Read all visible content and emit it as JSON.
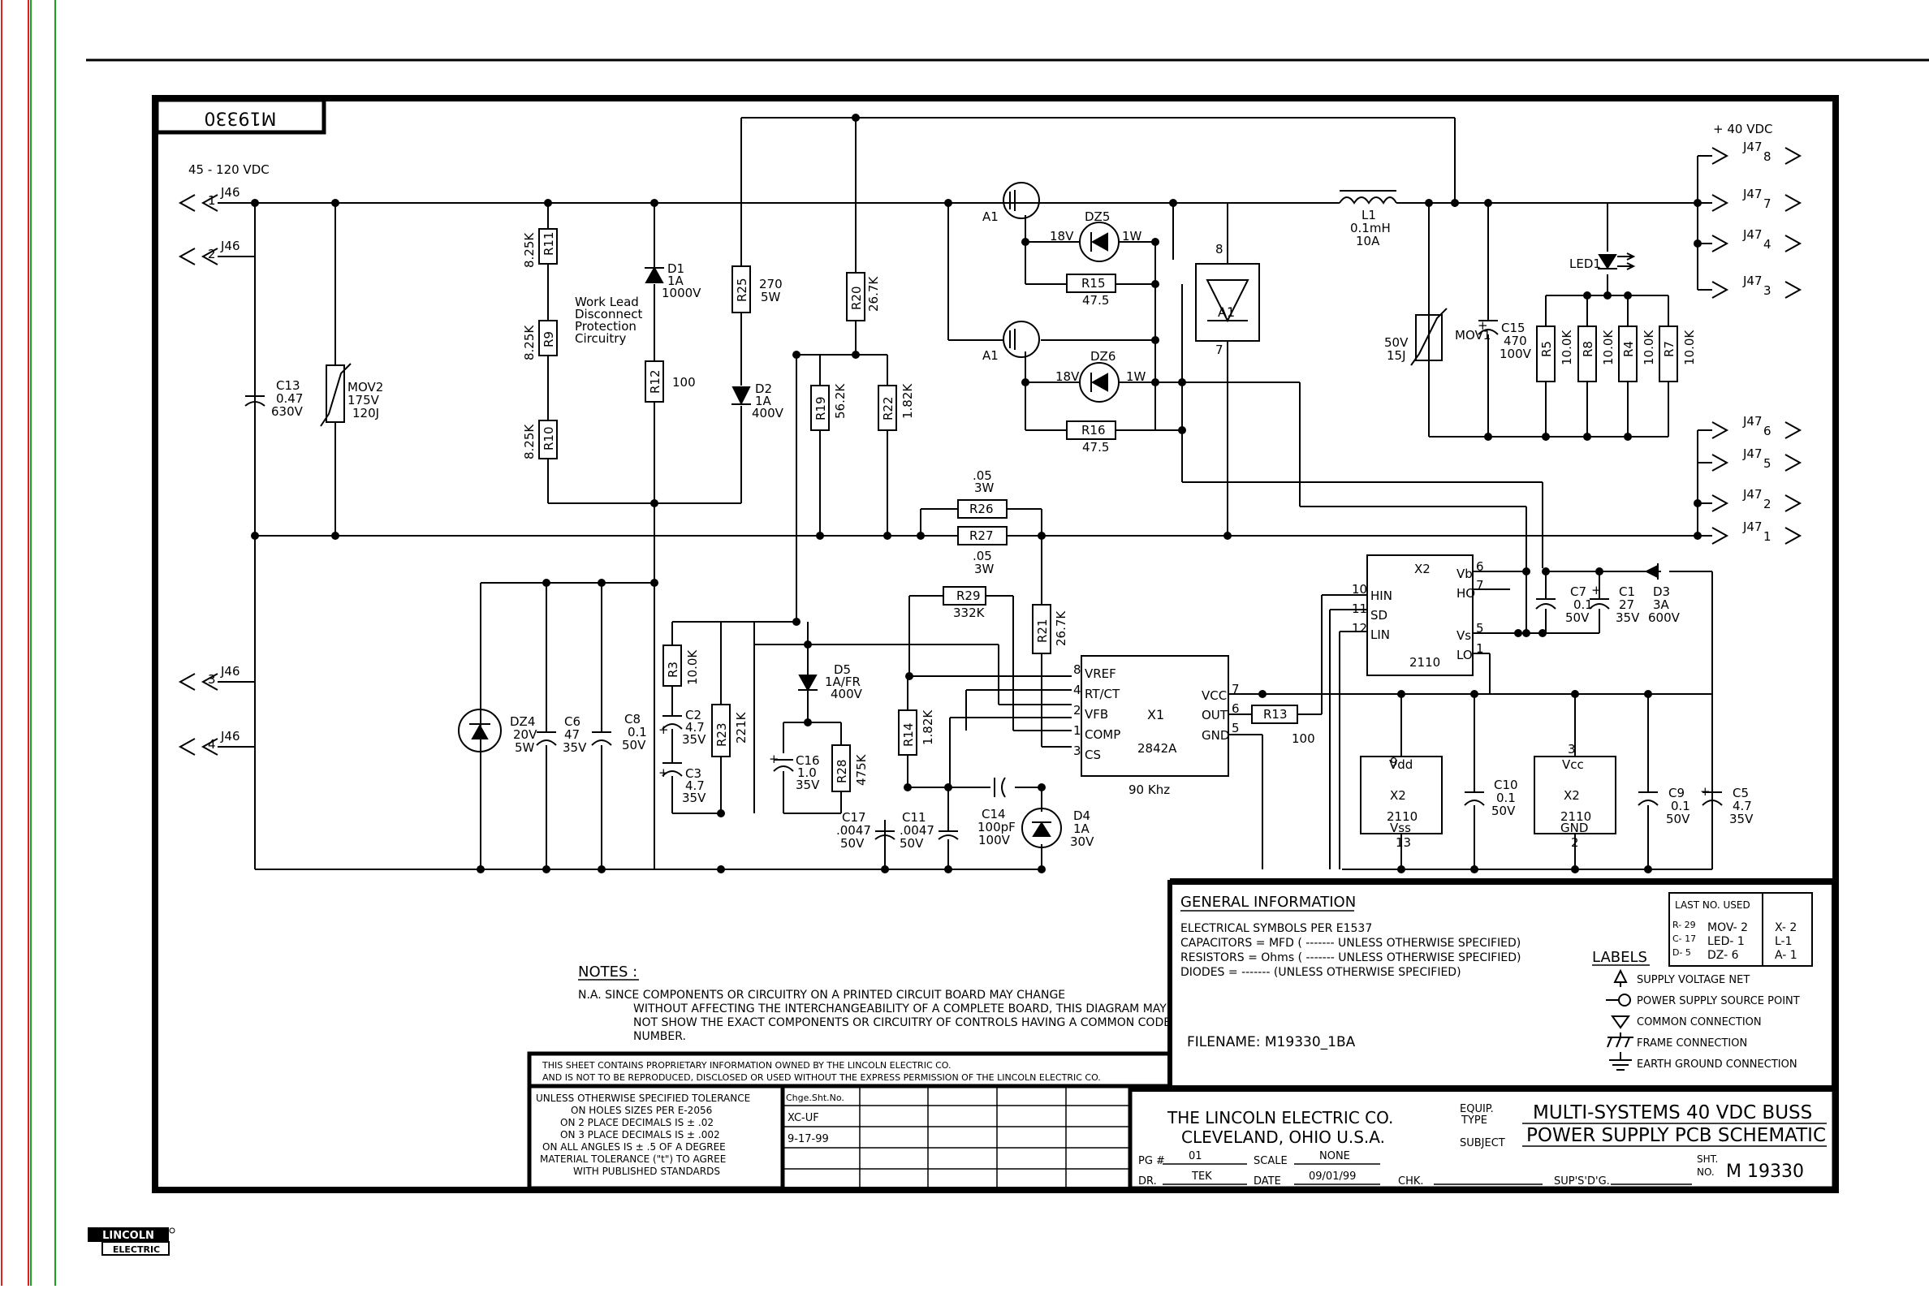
{
  "drawing_number_mirrored": "M19330",
  "input": {
    "voltage": "45 - 120 VDC",
    "pins": [
      "1",
      "2",
      "3",
      "4"
    ],
    "connector": "J46"
  },
  "output": {
    "voltage": "+ 40 VDC",
    "connector": "J47",
    "upper_pins": [
      "8",
      "7",
      "4",
      "3"
    ],
    "lower_pins": [
      "6",
      "5",
      "2",
      "1"
    ]
  },
  "components": {
    "c13": [
      "C13",
      "0.47",
      "630V"
    ],
    "mov2": [
      "MOV2",
      "175V",
      "120J"
    ],
    "r11": [
      "R11",
      "8.25K"
    ],
    "r9": [
      "R9",
      "8.25K"
    ],
    "r10": [
      "R10",
      "8.25K"
    ],
    "d1": [
      "D1",
      "1A",
      "1000V"
    ],
    "r12": [
      "R12",
      "100"
    ],
    "r25": [
      "R25",
      "270",
      "5W"
    ],
    "d2": [
      "D2",
      "1A",
      "400V"
    ],
    "r20": [
      "R20",
      "26.7K"
    ],
    "r19": [
      "R19",
      "56.2K"
    ],
    "r22": [
      "R22",
      "1.82K"
    ],
    "a1_q1": "A1",
    "a1_q2": "A1",
    "dz5": [
      "DZ5",
      "18V",
      "1W"
    ],
    "dz6": [
      "DZ6",
      "18V",
      "1W"
    ],
    "r15": [
      "R15",
      "47.5"
    ],
    "r16": [
      "R16",
      "47.5"
    ],
    "a1_block": [
      "A1",
      "8",
      "7"
    ],
    "l1": [
      "L1",
      "0.1mH",
      "10A"
    ],
    "mov1": [
      "MOV1",
      "50V",
      "15J"
    ],
    "c15": [
      "C15",
      "470",
      "100V",
      "+"
    ],
    "led1": "LED1",
    "r5": [
      "R5",
      "10.0K"
    ],
    "r8": [
      "R8",
      "10.0K"
    ],
    "r4": [
      "R4",
      "10.0K"
    ],
    "r7": [
      "R7",
      "10.0K"
    ],
    "r26": [
      "R26",
      ".05",
      "3W"
    ],
    "r27": [
      "R27",
      ".05",
      "3W"
    ],
    "r29": [
      "R29",
      "332K"
    ],
    "r21": [
      "R21",
      "26.7K"
    ],
    "dz4": [
      "DZ4",
      "20V",
      "5W"
    ],
    "c6": [
      "C6",
      "47",
      "35V"
    ],
    "c8": [
      "C8",
      "0.1",
      "50V"
    ],
    "r3": [
      "R3",
      "10.0K"
    ],
    "c2": [
      "C2",
      "4.7",
      "35V",
      "+"
    ],
    "c3": [
      "C3",
      "4.7",
      "35V",
      "+"
    ],
    "r23": [
      "R23",
      "221K"
    ],
    "d5": [
      "D5",
      "1A/FR",
      "400V"
    ],
    "c16": [
      "C16",
      "1.0",
      "35V",
      "+"
    ],
    "r28": [
      "R28",
      "475K"
    ],
    "r14": [
      "R14",
      "1.82K"
    ],
    "c17": [
      "C17",
      ".0047",
      "50V"
    ],
    "c11": [
      "C11",
      ".0047",
      "50V"
    ],
    "c14": [
      "C14",
      "100pF",
      "100V"
    ],
    "d4": [
      "D4",
      "1A",
      "30V"
    ],
    "x1": {
      "ref": "X1",
      "part": "2842A",
      "freq": "90 Khz",
      "left_pins": [
        "VREF",
        "RT/CT",
        "VFB",
        "COMP",
        "CS"
      ],
      "left_nums": [
        "8",
        "4",
        "2",
        "1",
        "3"
      ],
      "right_pins": [
        "VCC",
        "OUT",
        "GND"
      ],
      "right_nums": [
        "7",
        "6",
        "5"
      ]
    },
    "r13": [
      "R13",
      "100"
    ],
    "x2": {
      "ref": "X2",
      "part": "2110",
      "left_pins": [
        "HIN",
        "SD",
        "LIN"
      ],
      "left_nums": [
        "10",
        "11",
        "12"
      ],
      "right_pins": [
        "Vb",
        "HO",
        "Vs",
        "LO"
      ],
      "right_nums": [
        "6",
        "7",
        "5",
        "1"
      ]
    },
    "c7": [
      "C7",
      "0.1",
      "50V"
    ],
    "c1": [
      "C1",
      "27",
      "35V",
      "+"
    ],
    "d3": [
      "D3",
      "3A",
      "600V"
    ],
    "x2_vdd": [
      "X2",
      "2110",
      "Vdd",
      "Vss",
      "9",
      "13"
    ],
    "c10": [
      "C10",
      "0.1",
      "50V"
    ],
    "x2_vcc": [
      "X2",
      "2110",
      "Vcc",
      "GND",
      "3",
      "2"
    ],
    "c9": [
      "C9",
      "0.1",
      "50V"
    ],
    "c5": [
      "C5",
      "4.7",
      "35V",
      "+"
    ]
  },
  "annotation_work_lead": [
    "Work Lead",
    "Disconnect",
    "Protection",
    "Circuitry"
  ],
  "notes": {
    "heading": "NOTES :",
    "lines": [
      "N.A.   SINCE COMPONENTS OR CIRCUITRY ON A PRINTED CIRCUIT BOARD MAY CHANGE",
      "WITHOUT AFFECTING THE INTERCHANGEABILITY OF A COMPLETE BOARD, THIS DIAGRAM MAY",
      "NOT SHOW THE EXACT COMPONENTS OR CIRCUITRY OF CONTROLS HAVING A COMMON CODE",
      "NUMBER."
    ]
  },
  "general_information": {
    "heading": "GENERAL INFORMATION",
    "lines": [
      "ELECTRICAL SYMBOLS PER E1537",
      "CAPACITORS =   MFD (   -------     UNLESS OTHERWISE SPECIFIED)",
      "RESISTORS = Ohms (   -------   UNLESS OTHERWISE SPECIFIED)",
      "DIODES =     -------       (UNLESS OTHERWISE SPECIFIED)"
    ],
    "filename": "FILENAME: M19330_1BA"
  },
  "last_used": {
    "heading": "LAST NO. USED",
    "col1": [
      "R- 29",
      "C- 17",
      "D- 5"
    ],
    "col2": [
      "MOV- 2",
      "LED- 1",
      "DZ- 6"
    ],
    "col3": [
      "X- 2",
      "L-1",
      "A- 1"
    ]
  },
  "labels": {
    "heading": "LABELS",
    "items": [
      "SUPPLY VOLTAGE NET",
      "POWER SUPPLY SOURCE POINT",
      "COMMON CONNECTION",
      "FRAME CONNECTION",
      "EARTH GROUND CONNECTION"
    ]
  },
  "proprietary": [
    "THIS SHEET CONTAINS PROPRIETARY INFORMATION OWNED BY      THE LINCOLN ELECTRIC CO.",
    "AND IS NOT TO BE REPRODUCED, DISCLOSED OR USED WITHOUT THE EXPRESS PERMISSION OF      THE LINCOLN ELECTRIC CO."
  ],
  "tolerance": [
    "UNLESS OTHERWISE SPECIFIED TOLERANCE",
    "ON HOLES SIZES PER E-2056",
    "ON 2 PLACE DECIMALS IS ± .02",
    "ON 3 PLACE DECIMALS IS ± .002",
    "ON ALL ANGLES IS ± .5 OF A DEGREE",
    "MATERIAL TOLERANCE (\"t\") TO AGREE",
    "WITH PUBLISHED STANDARDS"
  ],
  "change_table": {
    "header": "Chge.Sht.No.",
    "rows": [
      "XC-UF",
      "9-17-99",
      "",
      ""
    ]
  },
  "title_block": {
    "company": [
      "THE LINCOLN ELECTRIC CO.",
      "CLEVELAND, OHIO U.S.A."
    ],
    "equip_label": [
      "EQUIP.",
      "TYPE"
    ],
    "equip": "MULTI-SYSTEMS 40 VDC BUSS",
    "subject_label": "SUBJECT",
    "subject": "POWER SUPPLY PCB SCHEMATIC",
    "pg_label": "PG #",
    "pg": "01",
    "scale_label": "SCALE",
    "scale": "NONE",
    "dr_label": "DR.",
    "dr": "TEK",
    "date_label": "DATE",
    "date": "09/01/99",
    "chk_label": "CHK.",
    "supsdg_label": "SUP'S'D'G.",
    "sht_label": [
      "SHT.",
      "NO."
    ],
    "sht_no": "M 19330"
  },
  "brand_logo": [
    "LINCOLN",
    "ELECTRIC"
  ]
}
